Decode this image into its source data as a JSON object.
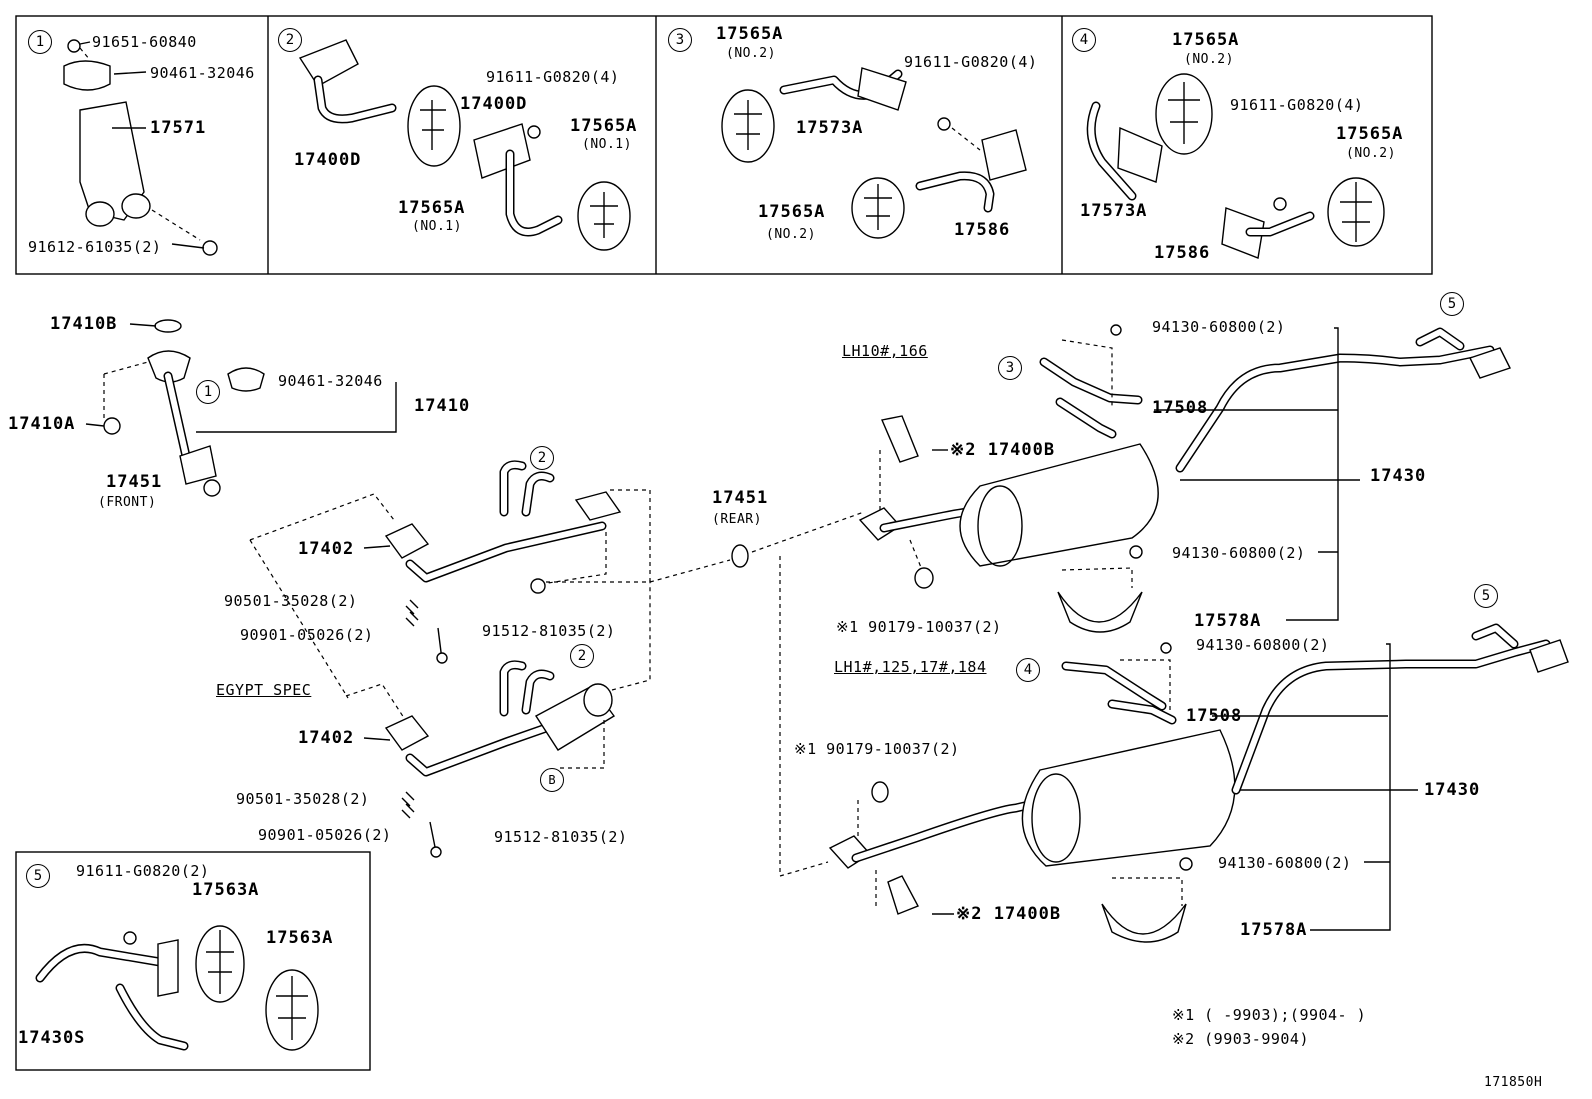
{
  "inset1": {
    "num": "1",
    "l1": "91651-60840",
    "l2": "90461-32046",
    "l3": "17571",
    "l4": "91612-61035(2)"
  },
  "inset2": {
    "num": "2",
    "l1": "17400D",
    "l2": "17400D",
    "l3": "91611-G0820(4)",
    "l4": "17565A",
    "l5": "(NO.1)",
    "l6": "17565A",
    "l7": "(NO.1)"
  },
  "inset3": {
    "num": "3",
    "l1": "17565A",
    "l2": "(NO.2)",
    "l3": "91611-G0820(4)",
    "l4": "17573A",
    "l5": "17565A",
    "l6": "(NO.2)",
    "l7": "17586"
  },
  "inset4": {
    "num": "4",
    "l1": "17565A",
    "l2": "(NO.2)",
    "l3": "91611-G0820(4)",
    "l4": "17565A",
    "l5": "(NO.2)",
    "l6": "17573A",
    "l7": "17586"
  },
  "inset5": {
    "num": "5",
    "l1": "91611-G0820(2)",
    "l2": "17563A",
    "l3": "17563A",
    "l4": "17430S"
  },
  "main": {
    "p17410b": "17410B",
    "p17410a": "17410A",
    "c1": "1",
    "p90461": "90461-32046",
    "p17410": "17410",
    "p17451f": "17451",
    "front": "(FRONT)",
    "c2a": "2",
    "p17402a": "17402",
    "p90501a": "90501-35028(2)",
    "p90901a": "90901-05026(2)",
    "p91512a": "91512-81035(2)",
    "egypt": "EGYPT SPEC",
    "c2b": "2",
    "p17402b": "17402",
    "p90501b": "90501-35028(2)",
    "p90901b": "90901-05026(2)",
    "cB": "B",
    "p91512b": "91512-81035(2)",
    "p17451r": "17451",
    "rear": "(REAR)",
    "lh10": "LH10#,166",
    "c3": "3",
    "n94130a": "94130-60800(2)",
    "p17508a": "17508",
    "p17400ba": "※2 17400B",
    "p17430a": "17430",
    "n94130b": "94130-60800(2)",
    "p90179a": "※1 90179-10037(2)",
    "p17578a": "17578A",
    "c5a": "5",
    "lh1": "LH1#,125,17#,184",
    "c4": "4",
    "n94130c": "94130-60800(2)",
    "p17508b": "17508",
    "p90179b": "※1 90179-10037(2)",
    "p17430b": "17430",
    "n94130d": "94130-60800(2)",
    "p17400bb": "※2 17400B",
    "p17578b": "17578A",
    "c5b": "5",
    "note1": "※1 (      -9903);(9904-      )",
    "note2": "※2 (9903-9904)",
    "ref": "171850H"
  }
}
